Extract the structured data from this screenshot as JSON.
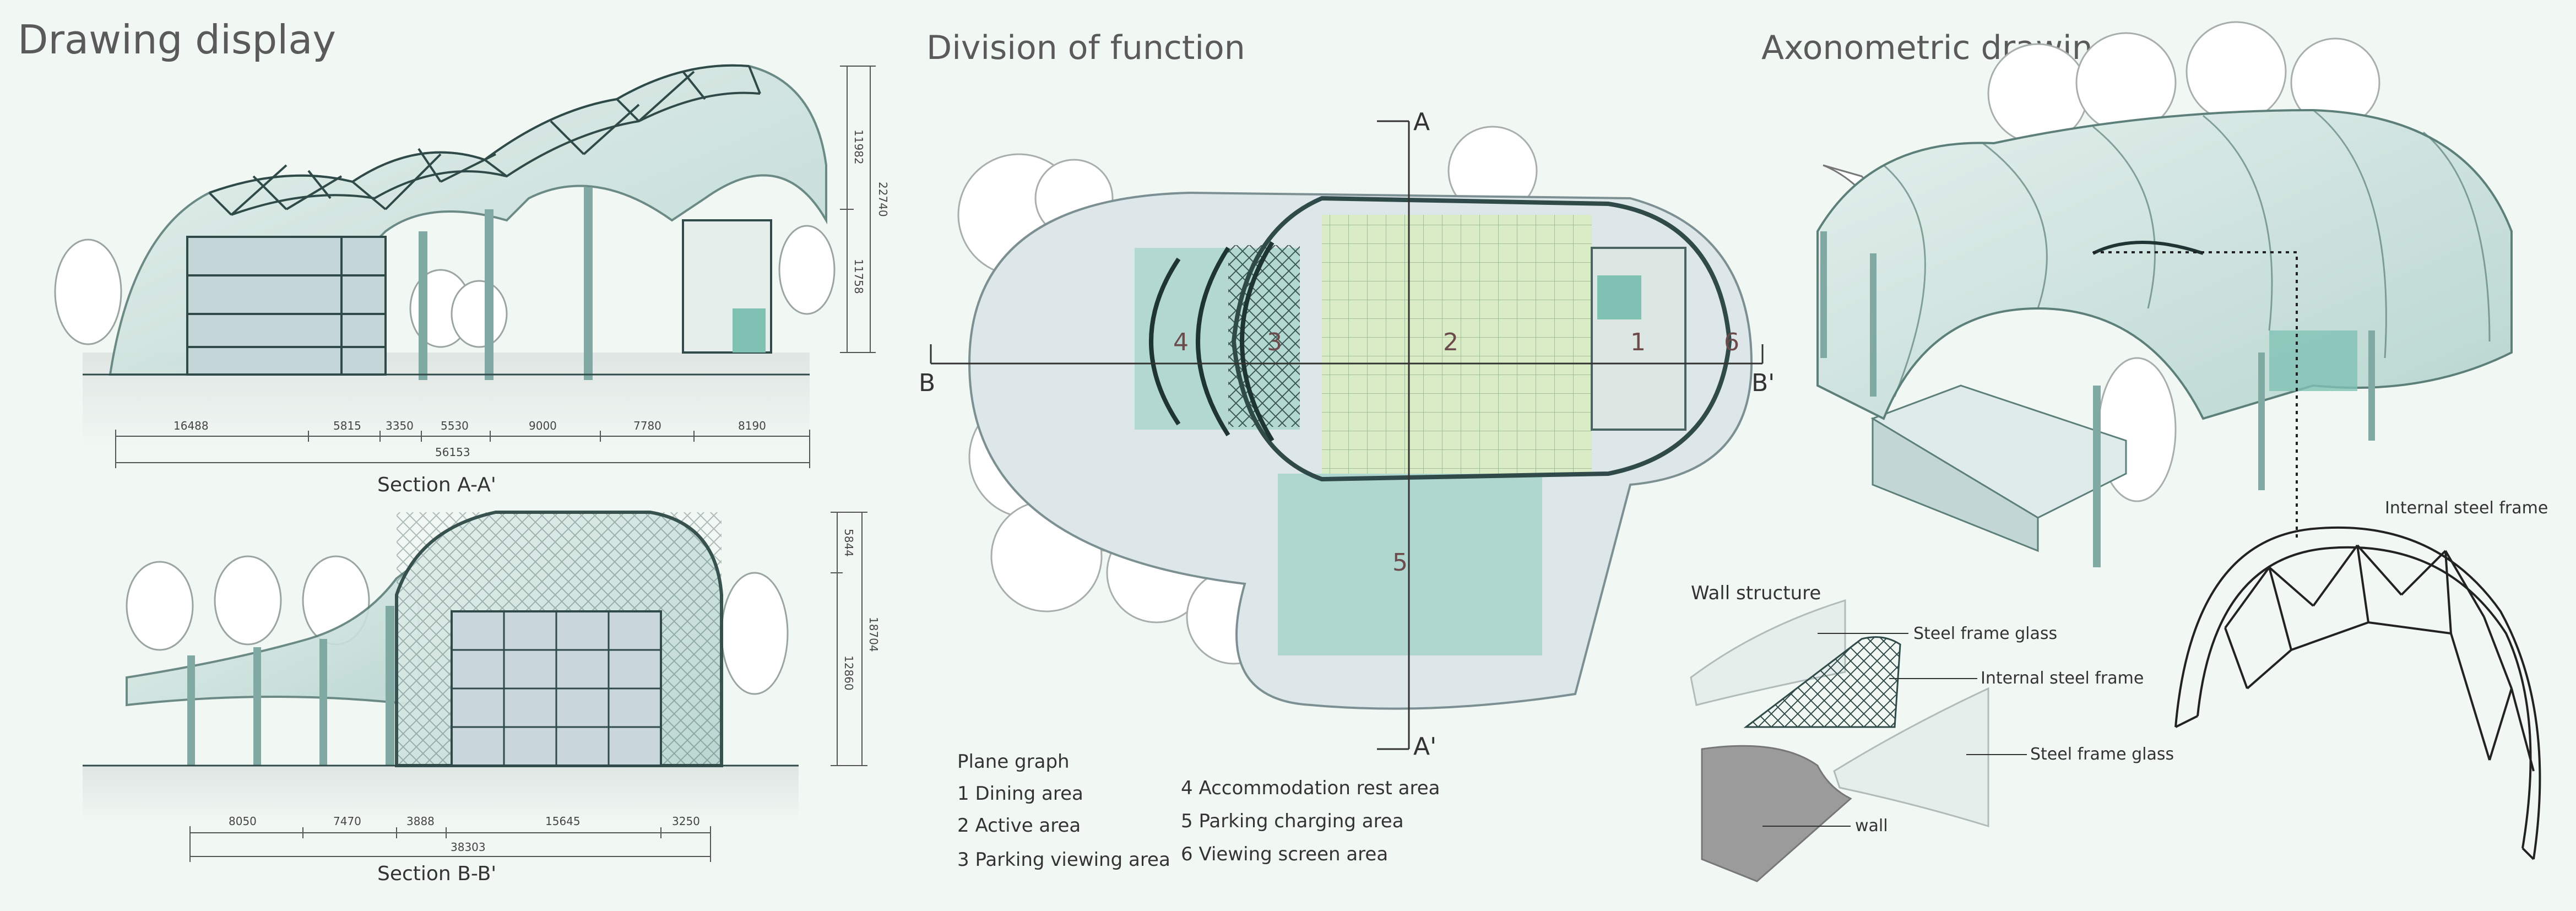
{
  "titles": {
    "drawing_display": "Drawing display",
    "division_of_function": "Division of function",
    "axonometric_drawing": "Axonometric drawing"
  },
  "section_aa": {
    "caption": "Section A-A'",
    "segments": [
      "16488",
      "5815",
      "3350",
      "5530",
      "9000",
      "7780",
      "8190"
    ],
    "total": "56153",
    "heights": [
      "11982",
      "11758"
    ],
    "height_total": "22740"
  },
  "section_bb": {
    "caption": "Section B-B'",
    "segments": [
      "8050",
      "7470",
      "3888",
      "15645",
      "3250"
    ],
    "total": "38303",
    "heights": [
      "5844",
      "12860"
    ],
    "height_total": "18704"
  },
  "plan": {
    "axis_a": "A",
    "axis_a_prime": "A'",
    "axis_b": "B",
    "axis_b_prime": "B'",
    "zones": [
      "1",
      "2",
      "3",
      "4",
      "5",
      "6"
    ]
  },
  "legend": {
    "title": "Plane graph",
    "items": [
      "1 Dining area",
      "2 Active area",
      "3 Parking viewing area",
      "4 Accommodation rest area",
      "5 Parking charging area",
      "6  Viewing screen area"
    ]
  },
  "wall_structure": {
    "title": "Wall structure",
    "labels": [
      "Steel frame glass",
      "Internal steel frame",
      "Steel frame glass",
      "wall"
    ]
  },
  "axonometric": {
    "frame_label": "Internal steel frame"
  },
  "colors": {
    "background": "#f1f7f3",
    "glass": "#cfe3df",
    "teal": "#6fa8a0",
    "frame": "#2f4a48",
    "green_zone": "#d9ecc6",
    "teal_zone": "#9fd1c8"
  }
}
